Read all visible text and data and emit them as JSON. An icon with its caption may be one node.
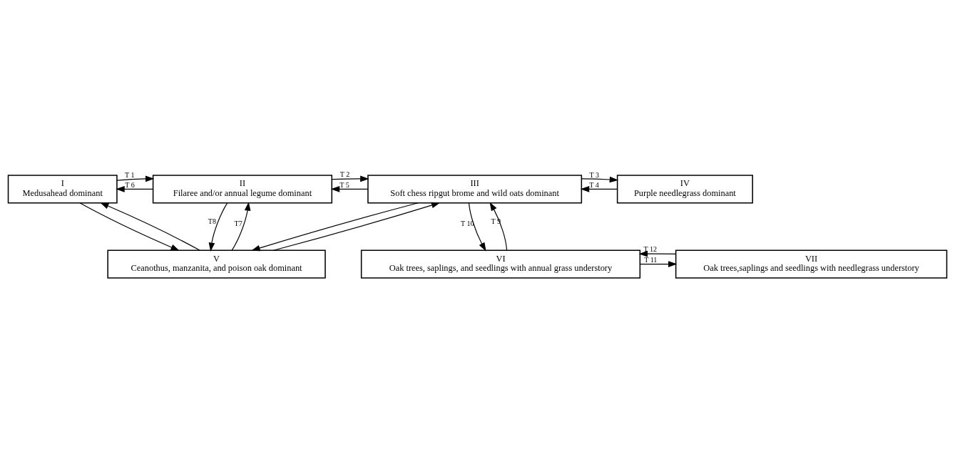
{
  "diagram": {
    "nodes": [
      {
        "text": [
          "I",
          "Medusahead dominant"
        ]
      },
      {
        "text": [
          "II",
          "Filaree and/or annual legume dominant"
        ]
      },
      {
        "text": [
          "III",
          "Soft chess ripgut brome and wild oats dominant"
        ]
      },
      {
        "text": [
          "IV",
          "Purple needlegrass dominant"
        ]
      },
      {
        "text": [
          "V",
          "Ceanothus, manzanita, and poison oak dominant"
        ]
      },
      {
        "text": [
          "VI",
          "Oak trees, saplings, and seedlings with annual grass understory"
        ]
      },
      {
        "text": [
          "VII",
          "Oak trees,saplings and seedlings with needlegrass understory"
        ]
      }
    ],
    "edges": [
      {
        "from": 1,
        "to": 0,
        "arrow": "to",
        "label": "T 6"
      },
      {
        "from": 0,
        "to": 1,
        "arrow": "to",
        "label": "T 1"
      },
      {
        "from": 2,
        "to": 1,
        "arrow": "to",
        "label": "T 5"
      },
      {
        "from": 1,
        "to": 2,
        "arrow": "to",
        "label": "T 2"
      },
      {
        "from": 3,
        "to": 2,
        "arrow": "to",
        "label": "T 4"
      },
      {
        "from": 2,
        "to": 3,
        "arrow": "to",
        "label": "T 3"
      },
      {
        "from": 4,
        "to": 0,
        "arrow": "to"
      },
      {
        "from": 4,
        "to": 1,
        "arrow": "to",
        "label": "T7"
      },
      {
        "from": 4,
        "to": 2,
        "arrow": "to"
      },
      {
        "from": 0,
        "to": 4,
        "arrow": "to"
      },
      {
        "from": 1,
        "to": 4,
        "arrow": "to",
        "label": "T8"
      },
      {
        "from": 2,
        "to": 4,
        "arrow": "to"
      },
      {
        "from": 5,
        "to": 2,
        "arrow": "to",
        "label": "T 9"
      },
      {
        "from": 2,
        "to": 5,
        "arrow": "to",
        "label": "T 10"
      },
      {
        "from": 5,
        "to": 6,
        "arrow": "to",
        "label": "T 11"
      },
      {
        "from": 6,
        "to": 5,
        "arrow": "to",
        "label": "T 12"
      }
    ]
  }
}
